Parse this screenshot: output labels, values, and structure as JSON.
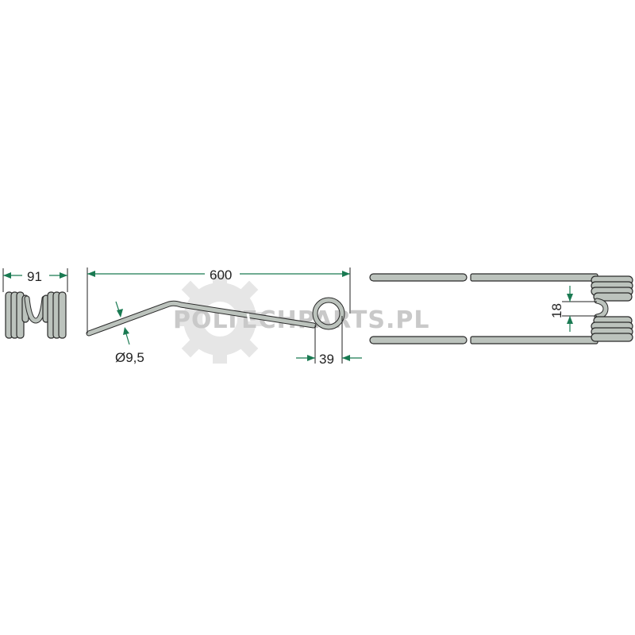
{
  "watermark": {
    "text": "POLTECHPARTS.PL"
  },
  "dimensions": {
    "coil_width": "91",
    "total_length": "600",
    "wire_diameter": "Ø9,5",
    "coil_offset": "39",
    "tine_spacing": "18"
  },
  "colors": {
    "dimension_line": "#1a7a52",
    "part_fill": "#bcc3bd",
    "outline": "#2a2a2a",
    "watermark": "#d0d0d0"
  }
}
